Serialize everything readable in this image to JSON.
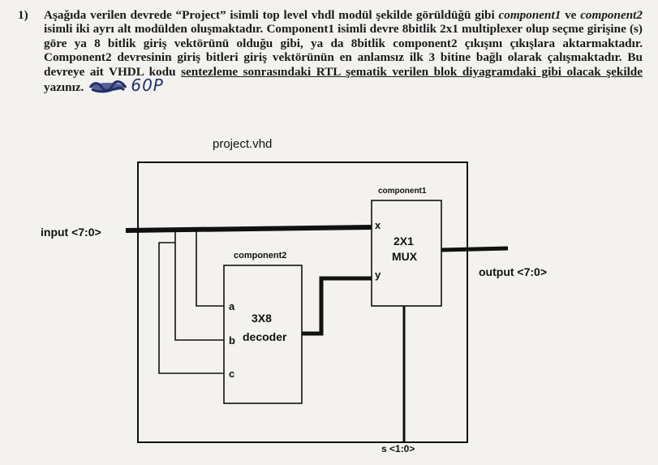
{
  "question": {
    "number": "1)",
    "text_1": "Aşağıda verilen devrede “Project”  isimli top level vhdl modül şekilde görüldüğü gibi ",
    "comp1_italic": "component1",
    "text_2": " ve ",
    "comp2_italic": "component2",
    "text_3": " isimli iki ayrı alt modülden oluşmaktadır. Component1 isimli devre 8bitlik 2x1 multiplexer olup seçme girişine (s) göre ya 8 bitlik giriş vektörünü olduğu gibi, ya da 8bitlik component2 çıkışını çıkışlara aktarmaktadır. Component2 devresinin giriş bitleri giriş vektörünün en anlamsız ilk 3 bitine bağlı olarak çalışmaktadır. Bu devreye ait VHDL kodu ",
    "underlined": "sentezleme sonrasındaki RTL şematik verilen blok diyagramdaki gibi olacak şekilde",
    "text_4": " yazınız.",
    "points": "60P"
  },
  "diagram": {
    "title": "project.vhd",
    "input_label": "input <7:0>",
    "output_label": "output <7:0>",
    "select_label": "s <1:0>",
    "component1": {
      "name": "component1",
      "line1": "2X1",
      "line2": "MUX",
      "port_x": "x",
      "port_y": "y"
    },
    "component2": {
      "name": "component2",
      "line1": "3X8",
      "line2": "decoder",
      "port_a": "a",
      "port_b": "b",
      "port_c": "c"
    }
  },
  "colors": {
    "ink": "#111111",
    "pen": "#23306f",
    "paper": "#f4f2ef"
  }
}
